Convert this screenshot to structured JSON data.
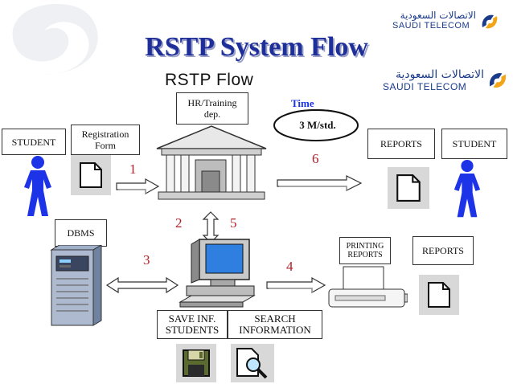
{
  "title": "RSTP System Flow",
  "subtitle": "RSTP Flow",
  "logo": {
    "arabic": "الاتصالات السعودية",
    "english": "SAUDI TELECOM"
  },
  "nodes": {
    "student_left": "STUDENT",
    "registration_form": "Registration Form",
    "hr_training": "HR/Training dep.",
    "time_label": "Time",
    "time_value": "3 M/std.",
    "reports_top": "REPORTS",
    "student_right": "STUDENT",
    "dbms": "DBMS",
    "printing_reports": "PRINTING REPORTS",
    "reports_bottom": "REPORTS",
    "save_inf": "SAVE INF. STUDENTS",
    "search_info": "SEARCH INFORMATION"
  },
  "steps": [
    "1",
    "2",
    "3",
    "4",
    "5",
    "6"
  ],
  "colors": {
    "title": "#1f2f9a",
    "person": "#1c33e8",
    "step": "#b0202a",
    "monitor": "#2e7fe0",
    "disk": "#5b6b2f"
  }
}
